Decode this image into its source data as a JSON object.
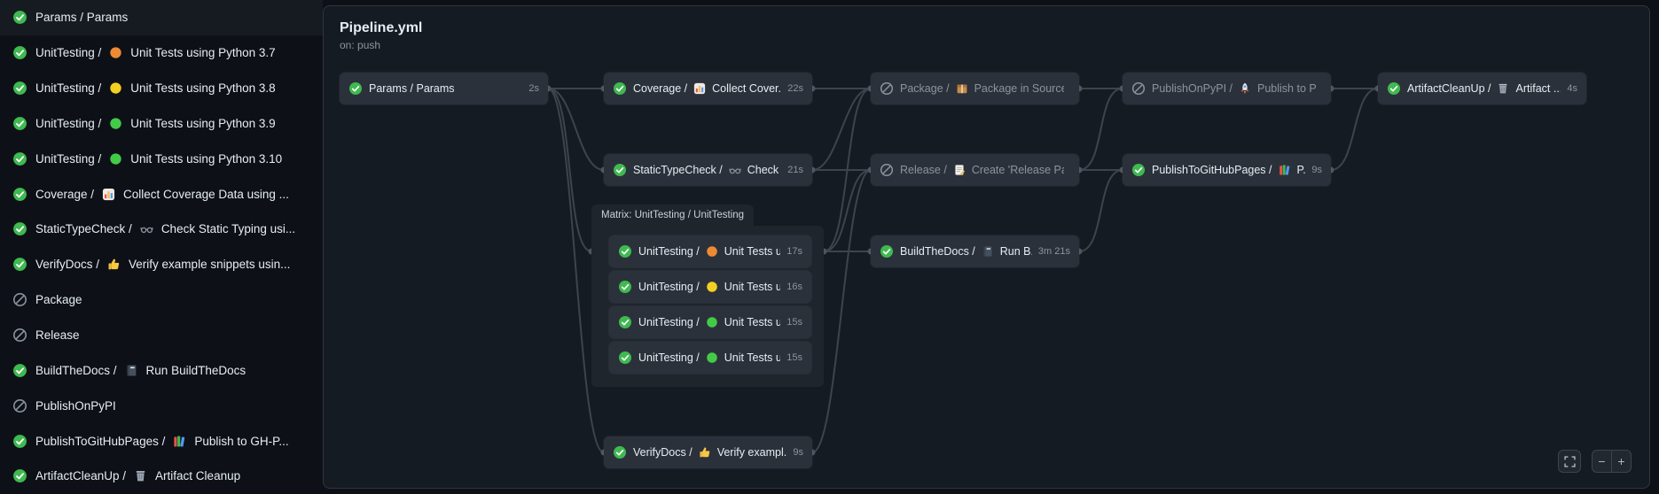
{
  "colors": {
    "success": "#3fb950",
    "skipped": "#8b949e",
    "page_bg": "#0d1117",
    "panel_bg": "#151b23",
    "node_bg": "#2b313a",
    "edge": "#3d444d"
  },
  "sidebar": {
    "items": [
      {
        "status": "success",
        "prefix": "Params / Params",
        "icon": null,
        "suffix": ""
      },
      {
        "status": "success",
        "prefix": "UnitTesting /",
        "icon": "circle-orange",
        "suffix": "Unit Tests using Python 3.7"
      },
      {
        "status": "success",
        "prefix": "UnitTesting /",
        "icon": "circle-yellow",
        "suffix": "Unit Tests using Python 3.8"
      },
      {
        "status": "success",
        "prefix": "UnitTesting /",
        "icon": "circle-green",
        "suffix": "Unit Tests using Python 3.9"
      },
      {
        "status": "success",
        "prefix": "UnitTesting /",
        "icon": "circle-green",
        "suffix": "Unit Tests using Python 3.10"
      },
      {
        "status": "success",
        "prefix": "Coverage /",
        "icon": "chart",
        "suffix": "Collect Coverage Data using ..."
      },
      {
        "status": "success",
        "prefix": "StaticTypeCheck /",
        "icon": "glasses",
        "suffix": "Check Static Typing usi..."
      },
      {
        "status": "success",
        "prefix": "VerifyDocs /",
        "icon": "thumbsup",
        "suffix": "Verify example snippets usin..."
      },
      {
        "status": "skipped",
        "prefix": "Package",
        "icon": null,
        "suffix": ""
      },
      {
        "status": "skipped",
        "prefix": "Release",
        "icon": null,
        "suffix": ""
      },
      {
        "status": "success",
        "prefix": "BuildTheDocs /",
        "icon": "notebook",
        "suffix": "Run BuildTheDocs"
      },
      {
        "status": "skipped",
        "prefix": "PublishOnPyPI",
        "icon": null,
        "suffix": ""
      },
      {
        "status": "success",
        "prefix": "PublishToGitHubPages /",
        "icon": "books",
        "suffix": "Publish to GH-P..."
      },
      {
        "status": "success",
        "prefix": "ArtifactCleanUp /",
        "icon": "trash",
        "suffix": "Artifact Cleanup"
      }
    ]
  },
  "panel": {
    "title": "Pipeline.yml",
    "trigger": "on: push",
    "matrix": {
      "label": "Matrix: UnitTesting / UnitTesting"
    },
    "nodes": {
      "params": {
        "status": "success",
        "prefix": "Params / Params",
        "icon": null,
        "suffix": "",
        "duration": "2s"
      },
      "coverage": {
        "status": "success",
        "prefix": "Coverage /",
        "icon": "chart",
        "suffix": "Collect Cover...",
        "duration": "22s"
      },
      "statictypecheck": {
        "status": "success",
        "prefix": "StaticTypeCheck /",
        "icon": "glasses",
        "suffix": "Check ...",
        "duration": "21s"
      },
      "unittest37": {
        "status": "success",
        "prefix": "UnitTesting /",
        "icon": "circle-orange",
        "suffix": "Unit Tests u...",
        "duration": "17s"
      },
      "unittest38": {
        "status": "success",
        "prefix": "UnitTesting /",
        "icon": "circle-yellow",
        "suffix": "Unit Tests u...",
        "duration": "16s"
      },
      "unittest39": {
        "status": "success",
        "prefix": "UnitTesting /",
        "icon": "circle-green",
        "suffix": "Unit Tests u...",
        "duration": "15s"
      },
      "unittest310": {
        "status": "success",
        "prefix": "UnitTesting /",
        "icon": "circle-green",
        "suffix": "Unit Tests u...",
        "duration": "15s"
      },
      "verifydocs": {
        "status": "success",
        "prefix": "VerifyDocs /",
        "icon": "thumbsup",
        "suffix": "Verify exampl...",
        "duration": "9s"
      },
      "package": {
        "status": "skipped",
        "prefix": "Package /",
        "icon": "package",
        "suffix": "Package in Source...",
        "duration": ""
      },
      "release": {
        "status": "skipped",
        "prefix": "Release /",
        "icon": "memo",
        "suffix": "Create 'Release Pa...",
        "duration": ""
      },
      "buildthedocs": {
        "status": "success",
        "prefix": "BuildTheDocs /",
        "icon": "notebook",
        "suffix": "Run B...",
        "duration": "3m 21s"
      },
      "publishonpypi": {
        "status": "skipped",
        "prefix": "PublishOnPyPI /",
        "icon": "rocket",
        "suffix": "Publish to P...",
        "duration": ""
      },
      "publishtogithubpages": {
        "status": "success",
        "prefix": "PublishToGitHubPages /",
        "icon": "books",
        "suffix": "P...",
        "duration": "9s"
      },
      "artifactcleanup": {
        "status": "success",
        "prefix": "ArtifactCleanUp /",
        "icon": "trash",
        "suffix": "Artifact ...",
        "duration": "4s"
      }
    },
    "controls": {
      "zoom_out_label": "−",
      "zoom_in_label": "+"
    }
  }
}
